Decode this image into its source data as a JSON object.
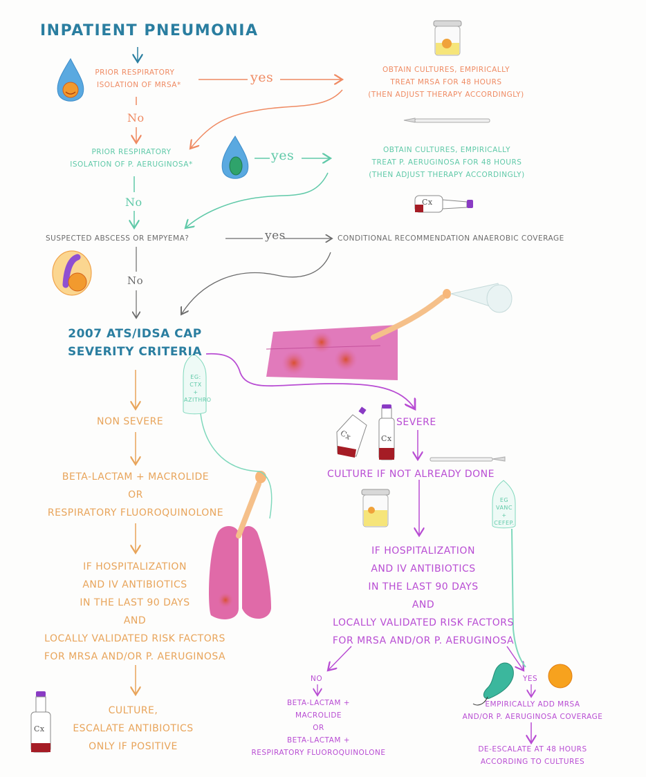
{
  "title": "Inpatient Pneumonia",
  "colors": {
    "mrsa": "#ef8a62",
    "pseudomonas": "#5fc9a8",
    "abscess": "#6b6b6b",
    "criteria": "#2a7ea0",
    "non_severe": "#e8a45a",
    "severe": "#b84cd3"
  },
  "mrsa_step": {
    "question": [
      "Prior respiratory",
      "isolation of MRSA*"
    ],
    "yes_label": "yes",
    "no_label": "No",
    "action": [
      "Obtain cultures, empirically",
      "treat MRSA for 48 hours",
      "(then adjust therapy accordingly)"
    ]
  },
  "pseudomonas_step": {
    "question": [
      "Prior respiratory",
      "isolation of P. aeruginosa*"
    ],
    "yes_label": "yes",
    "no_label": "No",
    "action": [
      "Obtain cultures, empirically",
      "treat P. aeruginosa for 48 hours",
      "(then adjust therapy accordingly)"
    ]
  },
  "abscess_step": {
    "question": "Suspected abscess or empyema?",
    "yes_label": "yes",
    "no_label": "No",
    "action": "Conditional recommendation anaerobic coverage"
  },
  "criteria": [
    "2007 ATS/IDSA CAP",
    "severity criteria"
  ],
  "non_severe": {
    "label": "Non severe",
    "therapy": [
      "Beta-lactam + macrolide",
      "or",
      "respiratory fluoroquinolone"
    ],
    "condition": [
      "If hospitalization",
      "and IV antibiotics",
      "in the last 90 days",
      "and",
      "locally validated risk factors",
      "for MRSA and/or P. aeruginosa"
    ],
    "outcome": [
      "Culture,",
      "escalate antibiotics",
      "only if positive"
    ],
    "iv_bag": [
      "eg:",
      "CTX",
      "+",
      "AZITHRO"
    ]
  },
  "severe": {
    "label": "Severe",
    "culture": "Culture if not already done",
    "condition": [
      "If hospitalization",
      "and IV antibiotics",
      "in the last 90 days",
      "and",
      "locally validated risk factors",
      "for MRSA and/or P. aeruginosa"
    ],
    "no_label": "No",
    "no_therapy": [
      "Beta-lactam +",
      "macrolide",
      "or",
      "beta-lactam +",
      "respiratory fluoroquinolone"
    ],
    "yes_label": "Yes",
    "yes_therapy": [
      "Empirically add MRSA",
      "and/or P. aeruginosa coverage"
    ],
    "deescalate": [
      "De-escalate at 48 hours",
      "according to cultures"
    ],
    "iv_bag": [
      "eg",
      "VANC",
      "+",
      "CEFEP."
    ]
  },
  "culture_bottle_label": "Cx"
}
